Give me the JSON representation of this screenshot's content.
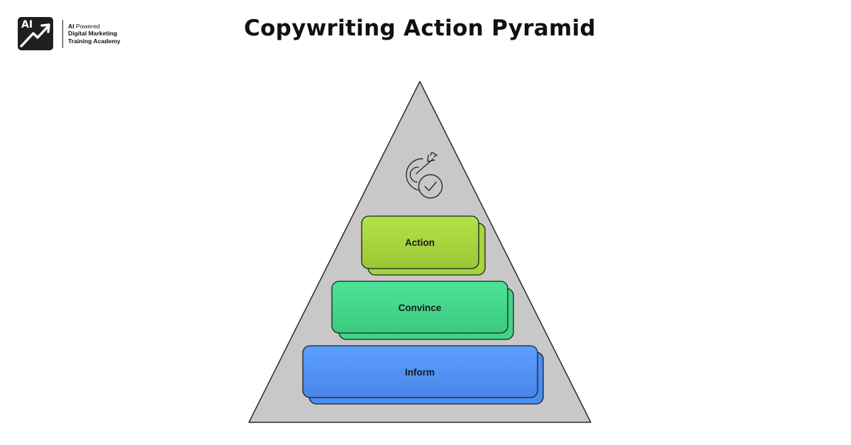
{
  "logo": {
    "mark_text": "AI",
    "line1_bold": "AI",
    "line1_rest": " Powered",
    "line2": "Digital Marketing",
    "line3": "Training Academy",
    "icon": "rising-arrow-icon"
  },
  "title": "Copywriting Action Pyramid",
  "pyramid": {
    "icon": "target-arrow-checkmark-icon",
    "fill_color": "#c8c8c8",
    "layers": [
      {
        "label": "Action",
        "color_top": "#b2e346",
        "color_bottom": "#9bc736",
        "shadow": "#a6d43c"
      },
      {
        "label": "Convince",
        "color_top": "#4be496",
        "color_bottom": "#3cc97f",
        "shadow": "#40d488"
      },
      {
        "label": "Inform",
        "color_top": "#5ba0ff",
        "color_bottom": "#4a85ea",
        "shadow": "#4b8cf0"
      }
    ]
  }
}
